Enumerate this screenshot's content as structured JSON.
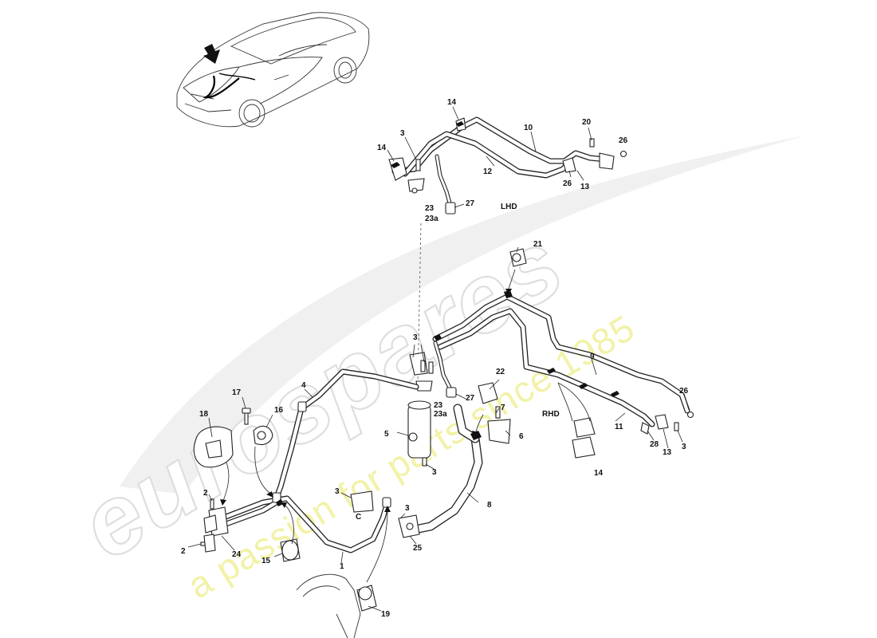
{
  "watermark": {
    "brand": "eurospares",
    "tagline": "a passion for parts since 1985"
  },
  "regions": {
    "lhd": "LHD",
    "rhd": "RHD",
    "c": "C"
  },
  "callouts": [
    {
      "id": "c14a",
      "text": "14"
    },
    {
      "id": "c10",
      "text": "10"
    },
    {
      "id": "c20",
      "text": "20"
    },
    {
      "id": "c26a",
      "text": "26"
    },
    {
      "id": "c3a",
      "text": "3"
    },
    {
      "id": "c14b",
      "text": "14"
    },
    {
      "id": "c12",
      "text": "12"
    },
    {
      "id": "c26b",
      "text": "26"
    },
    {
      "id": "c13a",
      "text": "13"
    },
    {
      "id": "c23a",
      "text": "23"
    },
    {
      "id": "c23aa",
      "text": "23a"
    },
    {
      "id": "c27a",
      "text": "27"
    },
    {
      "id": "c21",
      "text": "21"
    },
    {
      "id": "c3b",
      "text": "3"
    },
    {
      "id": "c9",
      "text": "9"
    },
    {
      "id": "c22",
      "text": "22"
    },
    {
      "id": "c27b",
      "text": "27"
    },
    {
      "id": "c23b",
      "text": "23"
    },
    {
      "id": "c23ab",
      "text": "23a"
    },
    {
      "id": "c4",
      "text": "4"
    },
    {
      "id": "c17",
      "text": "17"
    },
    {
      "id": "c18",
      "text": "18"
    },
    {
      "id": "c16",
      "text": "16"
    },
    {
      "id": "c5",
      "text": "5"
    },
    {
      "id": "c7",
      "text": "7"
    },
    {
      "id": "c6",
      "text": "6"
    },
    {
      "id": "c26c",
      "text": "26"
    },
    {
      "id": "c11",
      "text": "11"
    },
    {
      "id": "c28",
      "text": "28"
    },
    {
      "id": "c13b",
      "text": "13"
    },
    {
      "id": "c3c",
      "text": "3"
    },
    {
      "id": "c3d",
      "text": "3"
    },
    {
      "id": "c14c",
      "text": "14"
    },
    {
      "id": "c8",
      "text": "8"
    },
    {
      "id": "c3e",
      "text": "3"
    },
    {
      "id": "c3f",
      "text": "3"
    },
    {
      "id": "c2a",
      "text": "2"
    },
    {
      "id": "c2b",
      "text": "2"
    },
    {
      "id": "c24",
      "text": "24"
    },
    {
      "id": "c15",
      "text": "15"
    },
    {
      "id": "c1",
      "text": "1"
    },
    {
      "id": "c25",
      "text": "25"
    },
    {
      "id": "c19",
      "text": "19"
    }
  ]
}
